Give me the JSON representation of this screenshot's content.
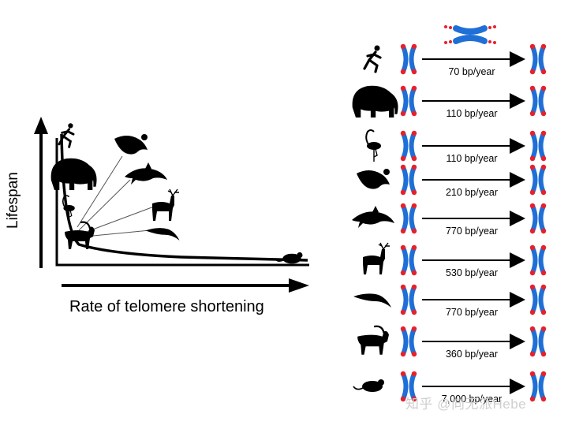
{
  "diagram": {
    "y_axis_label": "Lifespan",
    "x_axis_label": "Rate of telomere shortening",
    "rows": [
      {
        "animal": "human",
        "icon": "runner-icon",
        "rate": "70 bp/year"
      },
      {
        "animal": "elephant",
        "icon": "elephant-icon",
        "rate": "110 bp/year"
      },
      {
        "animal": "flamingo",
        "icon": "flamingo-icon",
        "rate": "110 bp/year"
      },
      {
        "animal": "vulture",
        "icon": "vulture-icon",
        "rate": "210 bp/year"
      },
      {
        "animal": "dolphin",
        "icon": "dolphin-icon",
        "rate": "770 bp/year"
      },
      {
        "animal": "reindeer",
        "icon": "reindeer-icon",
        "rate": "530 bp/year"
      },
      {
        "animal": "bird",
        "icon": "flying-bird-icon",
        "rate": "770 bp/year"
      },
      {
        "animal": "goat",
        "icon": "goat-icon",
        "rate": "360 bp/year"
      },
      {
        "animal": "mouse",
        "icon": "mouse-icon",
        "rate": "7,000 bp/year"
      }
    ],
    "colors": {
      "chromosome": "#1f6fd6",
      "telomere": "#e8202a",
      "ink": "#000000"
    }
  },
  "watermark": "知乎 @向无派Hebe"
}
